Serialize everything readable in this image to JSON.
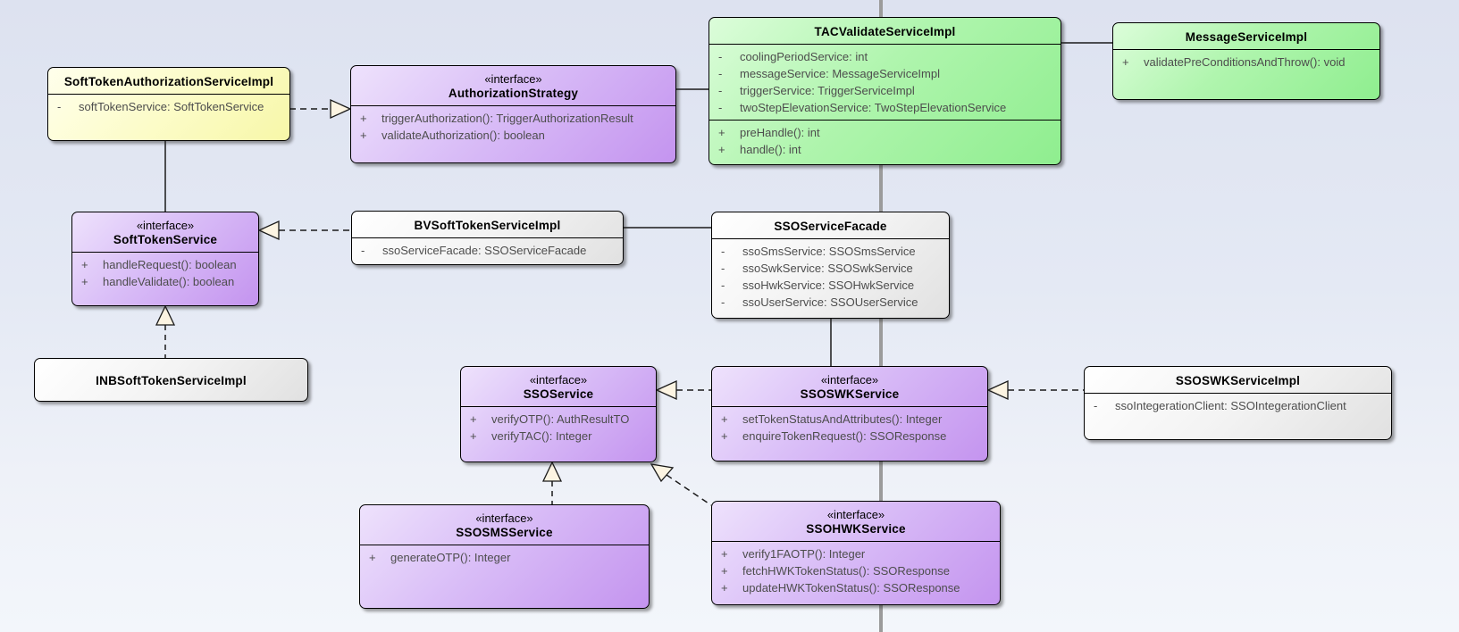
{
  "diagram": {
    "type": "uml-class-diagram",
    "colors": {
      "background_top": "#dde2f0",
      "background_bottom": "#f3f6fb",
      "interface_fill": "#c494ef",
      "impl_green_fill": "#8fee8f",
      "impl_yellow_fill": "#f7f7a8",
      "impl_gray_fill": "#e1e1e1",
      "lifeline_gray": "#9b9b9b"
    }
  },
  "classes": {
    "soft_token_auth_impl": {
      "name": "SoftTokenAuthorizationServiceImpl",
      "attributes": [
        {
          "vis": "-",
          "text": "softTokenService: SoftTokenService"
        }
      ]
    },
    "authorization_strategy": {
      "stereotype": "«interface»",
      "name": "AuthorizationStrategy",
      "methods": [
        {
          "vis": "+",
          "text": "triggerAuthorization(): TriggerAuthorizationResult"
        },
        {
          "vis": "+",
          "text": "validateAuthorization(): boolean"
        }
      ]
    },
    "tac_validate": {
      "name": "TACValidateServiceImpl",
      "attributes": [
        {
          "vis": "-",
          "text": "coolingPeriodService: int"
        },
        {
          "vis": "-",
          "text": "messageService: MessageServiceImpl"
        },
        {
          "vis": "-",
          "text": "triggerService: TriggerServiceImpl"
        },
        {
          "vis": "-",
          "text": "twoStepElevationService: TwoStepElevationService"
        }
      ],
      "methods": [
        {
          "vis": "+",
          "text": "preHandle(): int"
        },
        {
          "vis": "+",
          "text": "handle(): int"
        }
      ]
    },
    "message_service": {
      "name": "MessageServiceImpl",
      "methods": [
        {
          "vis": "+",
          "text": "validatePreConditionsAndThrow(): void"
        }
      ]
    },
    "soft_token_service": {
      "stereotype": "«interface»",
      "name": "SoftTokenService",
      "methods": [
        {
          "vis": "+",
          "text": "handleRequest(): boolean"
        },
        {
          "vis": "+",
          "text": "handleValidate(): boolean"
        }
      ]
    },
    "bv_soft_token": {
      "name": "BVSoftTokenServiceImpl",
      "attributes": [
        {
          "vis": "-",
          "text": "ssoServiceFacade: SSOServiceFacade"
        }
      ]
    },
    "sso_service_facade": {
      "name": "SSOServiceFacade",
      "attributes": [
        {
          "vis": "-",
          "text": "ssoSmsService: SSOSmsService"
        },
        {
          "vis": "-",
          "text": "ssoSwkService: SSOSwkService"
        },
        {
          "vis": "-",
          "text": "ssoHwkService: SSOHwkService"
        },
        {
          "vis": "-",
          "text": "ssoUserService: SSOUserService"
        }
      ]
    },
    "inb_soft_token": {
      "name": "INBSoftTokenServiceImpl"
    },
    "sso_service": {
      "stereotype": "«interface»",
      "name": "SSOService",
      "methods": [
        {
          "vis": "+",
          "text": "verifyOTP(): AuthResultTO"
        },
        {
          "vis": "+",
          "text": "verifyTAC(): Integer"
        }
      ]
    },
    "sso_swk_service": {
      "stereotype": "«interface»",
      "name": "SSOSWKService",
      "methods": [
        {
          "vis": "+",
          "text": "setTokenStatusAndAttributes(): Integer"
        },
        {
          "vis": "+",
          "text": "enquireTokenRequest(): SSOResponse"
        }
      ]
    },
    "sso_swk_impl": {
      "name": "SSOSWKServiceImpl",
      "attributes": [
        {
          "vis": "-",
          "text": "ssoIntegerationClient: SSOIntegerationClient"
        }
      ]
    },
    "sso_sms_service": {
      "stereotype": "«interface»",
      "name": "SSOSMSService",
      "methods": [
        {
          "vis": "+",
          "text": "generateOTP(): Integer"
        }
      ]
    },
    "sso_hwk_service": {
      "stereotype": "«interface»",
      "name": "SSOHWKService",
      "methods": [
        {
          "vis": "+",
          "text": "verify1FAOTP(): Integer"
        },
        {
          "vis": "+",
          "text": "fetchHWKTokenStatus(): SSOResponse"
        },
        {
          "vis": "+",
          "text": "updateHWKTokenStatus(): SSOResponse"
        }
      ]
    }
  },
  "relationships": [
    {
      "from": "SoftTokenAuthorizationServiceImpl",
      "to": "AuthorizationStrategy",
      "type": "realization"
    },
    {
      "from": "AuthorizationStrategy",
      "to": "TACValidateServiceImpl",
      "type": "association"
    },
    {
      "from": "TACValidateServiceImpl",
      "to": "MessageServiceImpl",
      "type": "association"
    },
    {
      "from": "SoftTokenAuthorizationServiceImpl",
      "to": "SoftTokenService",
      "type": "association"
    },
    {
      "from": "BVSoftTokenServiceImpl",
      "to": "SoftTokenService",
      "type": "realization"
    },
    {
      "from": "INBSoftTokenServiceImpl",
      "to": "SoftTokenService",
      "type": "realization"
    },
    {
      "from": "BVSoftTokenServiceImpl",
      "to": "SSOServiceFacade",
      "type": "association"
    },
    {
      "from": "SSOServiceFacade",
      "to": "SSOSWKService",
      "type": "association"
    },
    {
      "from": "SSOSWKService",
      "to": "SSOService",
      "type": "realization"
    },
    {
      "from": "SSOSWKServiceImpl",
      "to": "SSOSWKService",
      "type": "realization"
    },
    {
      "from": "SSOSMSService",
      "to": "SSOService",
      "type": "realization"
    },
    {
      "from": "SSOHWKService",
      "to": "SSOService",
      "type": "realization"
    }
  ]
}
